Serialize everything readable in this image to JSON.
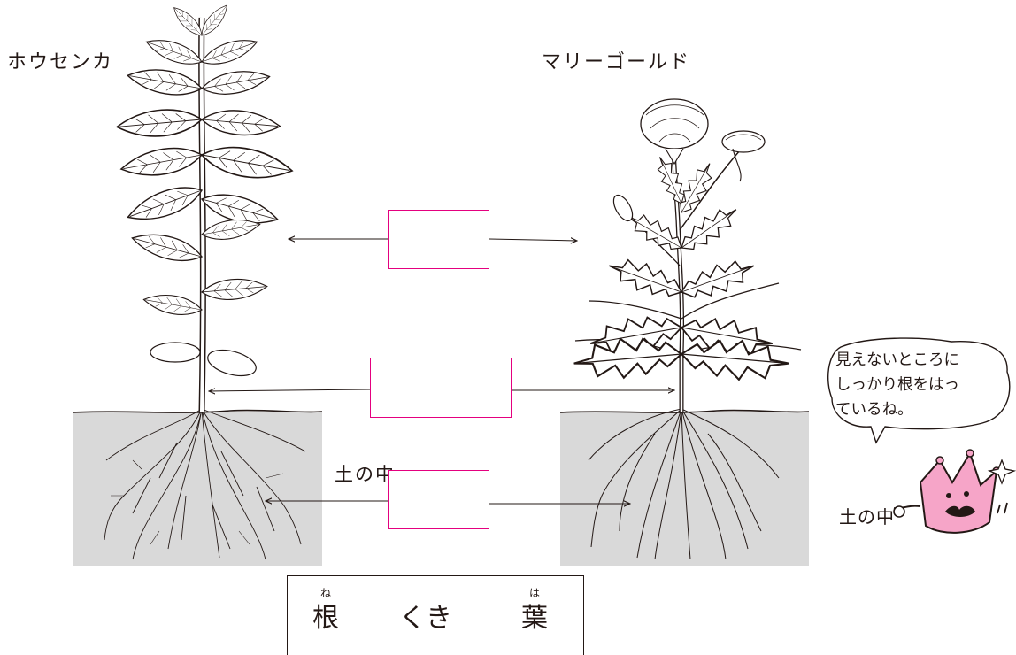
{
  "labels": {
    "plant_left": "ホウセンカ",
    "plant_right": "マリーゴールド",
    "soil_left": "土の中",
    "soil_right": "土の中"
  },
  "speech_bubble": {
    "lines": [
      "見えないところに",
      "しっかり根をはっ",
      "ているね。"
    ]
  },
  "word_bank": {
    "words": [
      {
        "text": "根",
        "ruby": "ね"
      },
      {
        "text": "くき",
        "ruby": ""
      },
      {
        "text": "葉",
        "ruby": "は"
      }
    ]
  },
  "colors": {
    "answer_box_border": "#e4007f",
    "soil": "#d9d9d9",
    "mascot": "#f6a5c8",
    "line": "#231815"
  },
  "icons": {
    "mascot": "crown-mascot-icon",
    "plant_left": "impatiens-plant-icon",
    "plant_right": "marigold-plant-icon"
  }
}
